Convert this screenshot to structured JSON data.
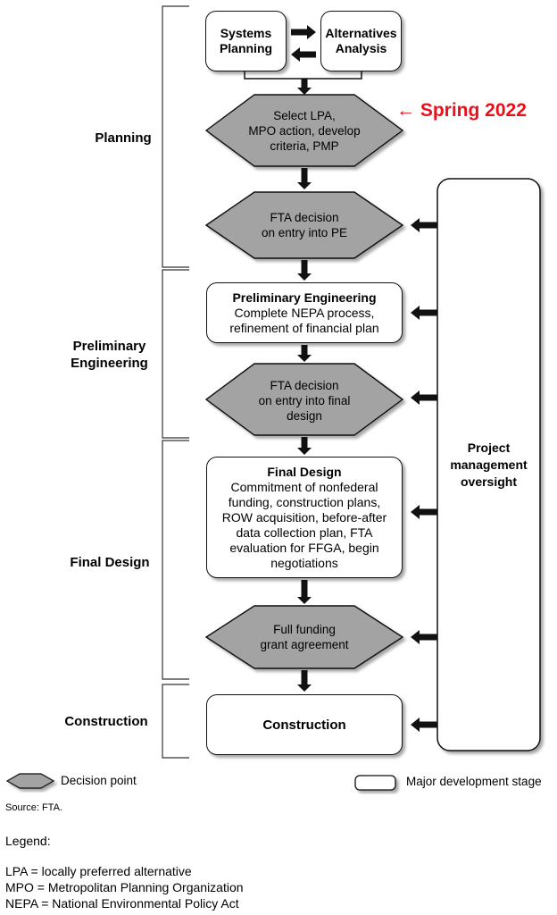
{
  "stages": {
    "planning": "Planning",
    "preliminary_engineering": [
      "Preliminary",
      "Engineering"
    ],
    "final_design": "Final Design",
    "construction": "Construction"
  },
  "boxes": {
    "systems_planning": [
      "Systems",
      "Planning"
    ],
    "alternatives_analysis": [
      "Alternatives",
      "Analysis"
    ],
    "preliminary_engineering": {
      "title": "Preliminary Engineering",
      "body": [
        "Complete NEPA process,",
        "refinement of financial plan"
      ]
    },
    "final_design": {
      "title": "Final Design",
      "body": [
        "Commitment of nonfederal",
        "funding, construction plans,",
        "ROW acquisition, before-after",
        "data collection plan, FTA",
        "evaluation for FFGA, begin",
        "negotiations"
      ]
    },
    "construction": "Construction"
  },
  "decisions": {
    "select_lpa": [
      "Select LPA,",
      "MPO action, develop",
      "criteria, PMP"
    ],
    "fta_pe": [
      "FTA decision",
      "on entry into PE"
    ],
    "fta_final": [
      "FTA decision",
      "on entry into final",
      "design"
    ],
    "ffga": [
      "Full funding",
      "grant agreement"
    ]
  },
  "oversight": [
    "Project",
    "management",
    "oversight"
  ],
  "annotation": "← Spring 2022",
  "legend": {
    "decision_point": "Decision point",
    "major_stage": "Major development stage"
  },
  "source": "Source: FTA.",
  "legend_heading": "Legend:",
  "abbreviations": [
    "LPA = locally preferred alternative",
    "MPO = Metropolitan Planning Organization",
    "NEPA = National Environmental Policy Act"
  ],
  "colors": {
    "decision_fill": "#a3a3a3",
    "annotation": "#e8101a",
    "outline": "#111111"
  }
}
